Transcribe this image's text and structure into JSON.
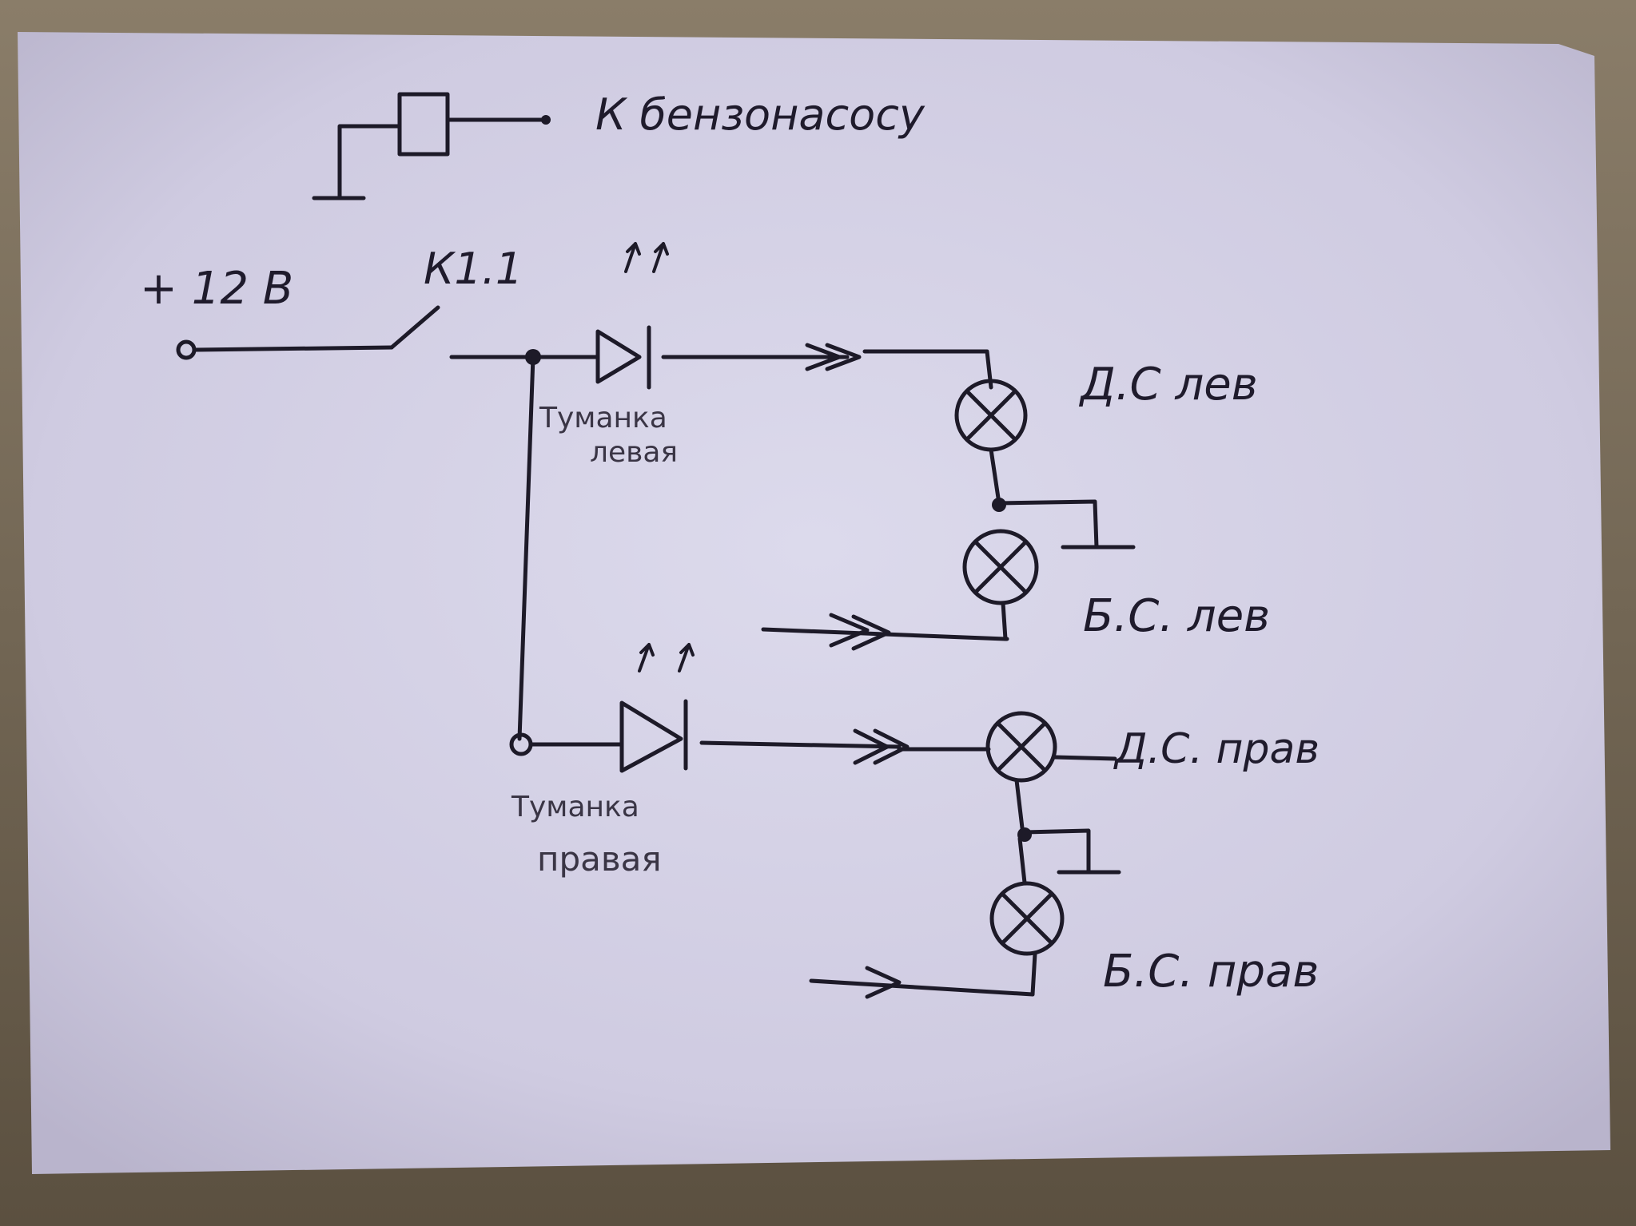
{
  "labels": {
    "pump": "К бензонасосу",
    "power": "+ 12 В",
    "relay_contact": "К1.1",
    "fog_left_line1": "Туманка",
    "fog_left_line2": "левая",
    "fog_right_line1": "Туманка",
    "fog_right_line2": "правая",
    "drl_left": "Д.С лев",
    "side_left": "Б.С. лев",
    "drl_right": "Д.С. прав",
    "side_right": "Б.С. прав"
  },
  "colors": {
    "paper": "#d6d3e6",
    "ink": "#1d1a28",
    "table": "#6b5f4e"
  }
}
